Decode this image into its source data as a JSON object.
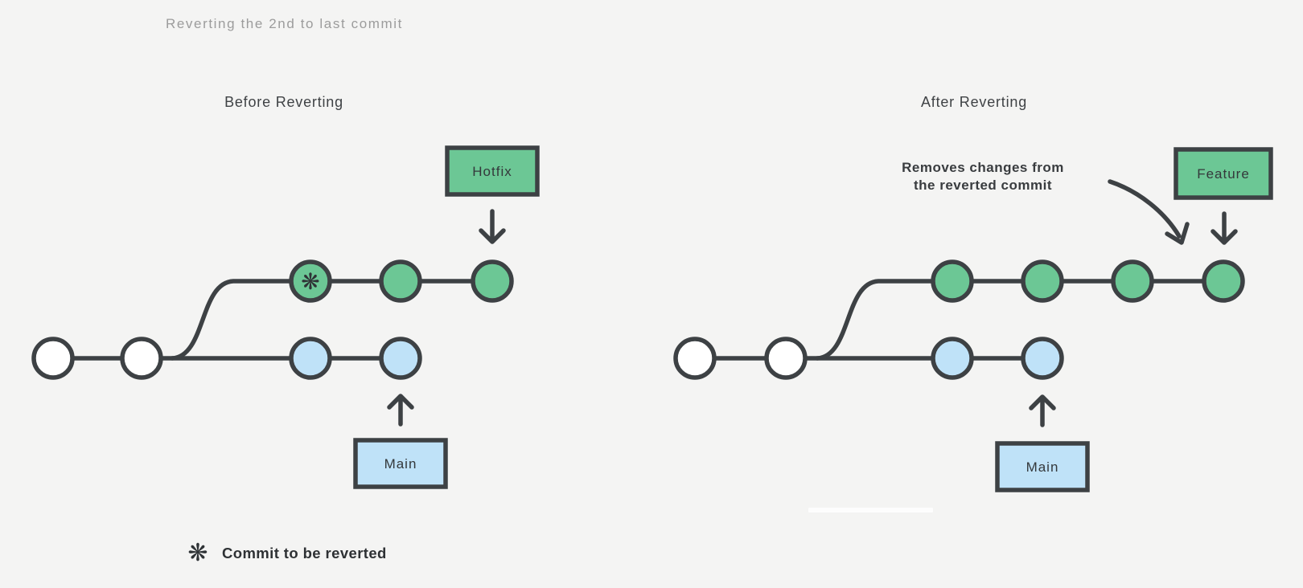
{
  "title": "Reverting the 2nd to last commit",
  "colors": {
    "background": "#f4f4f3",
    "outline_dark": "#3d4144",
    "branch_green": "#6cc795",
    "main_blue": "#bfe2f8",
    "commit_white": "#ffffff",
    "title_gray": "#9c9c9c",
    "text_dark": "#33373a"
  },
  "before": {
    "heading": "Before Reverting",
    "branch_label": "Hotfix",
    "main_label": "Main",
    "main_commits": [
      "white",
      "white",
      "blue",
      "blue"
    ],
    "branch_commits": [
      "green marked-for-revert",
      "green",
      "green"
    ]
  },
  "after": {
    "heading": "After Reverting",
    "branch_label": "Feature",
    "main_label": "Main",
    "annotation": {
      "line1": "Removes changes from",
      "line2": "the reverted commit"
    },
    "main_commits": [
      "white",
      "white",
      "blue",
      "blue"
    ],
    "branch_commits": [
      "green",
      "green",
      "green",
      "green revert-commit"
    ]
  },
  "legend": {
    "symbol": "❋",
    "label": "Commit to be reverted"
  }
}
